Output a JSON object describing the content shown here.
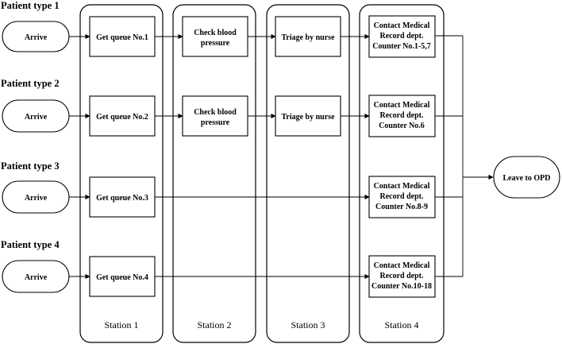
{
  "patient_types": [
    {
      "label": "Patient type 1",
      "arrive": "Arrive",
      "queue": "Get queue No.1",
      "bp": [
        "Check blood",
        "pressure"
      ],
      "triage": "Triage by nurse",
      "record": [
        "Contact Medical",
        "Record dept.",
        "Counter No.1-5,7"
      ]
    },
    {
      "label": "Patient type 2",
      "arrive": "Arrive",
      "queue": "Get queue No.2",
      "bp": [
        "Check blood",
        "pressure"
      ],
      "triage": "Triage by nurse",
      "record": [
        "Contact Medical",
        "Record dept.",
        "Counter No.6"
      ]
    },
    {
      "label": "Patient type 3",
      "arrive": "Arrive",
      "queue": "Get queue No.3",
      "bp": null,
      "triage": null,
      "record": [
        "Contact Medical",
        "Record dept.",
        "Counter No.8-9"
      ]
    },
    {
      "label": "Patient type 4",
      "arrive": "Arrive",
      "queue": "Get queue No.4",
      "bp": null,
      "triage": null,
      "record": [
        "Contact Medical",
        "Record dept.",
        "Counter No.10-18"
      ]
    }
  ],
  "stations": [
    "Station 1",
    "Station 2",
    "Station 3",
    "Station 4"
  ],
  "exit": "Leave to OPD"
}
